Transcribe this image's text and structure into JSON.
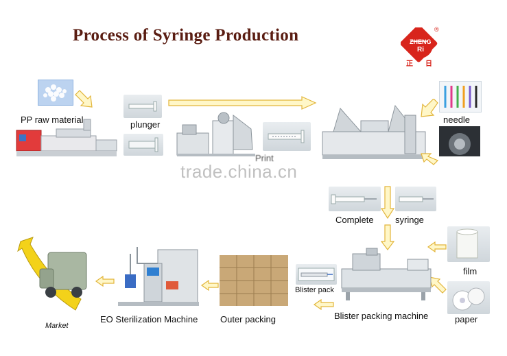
{
  "title": "Process of Syringe Production",
  "logo": {
    "text_top": "ZHENG",
    "text_mid": "Ri",
    "registered": "®",
    "cn_left": "正",
    "cn_right": "日",
    "color": "#d8251c"
  },
  "labels": {
    "pp_raw_material": "PP raw material",
    "plunger": "plunger",
    "needle": "needle",
    "complete": "Complete",
    "syringe": "syringe",
    "film": "film",
    "paper": "paper",
    "blister_pack": "Blister pack",
    "blister_packing_machine": "Blister packing machine",
    "outer_packing": "Outer packing",
    "eo_sterilization_machine": "EO Sterilization Machine",
    "market": "Market",
    "printing_partial": "Print"
  },
  "watermark": "trade.china.cn",
  "colors": {
    "arrow_fill": "#fff7c8",
    "arrow_stroke": "#e2b53a",
    "title": "#5a1d12",
    "market_yellow": "#f3d21a"
  }
}
